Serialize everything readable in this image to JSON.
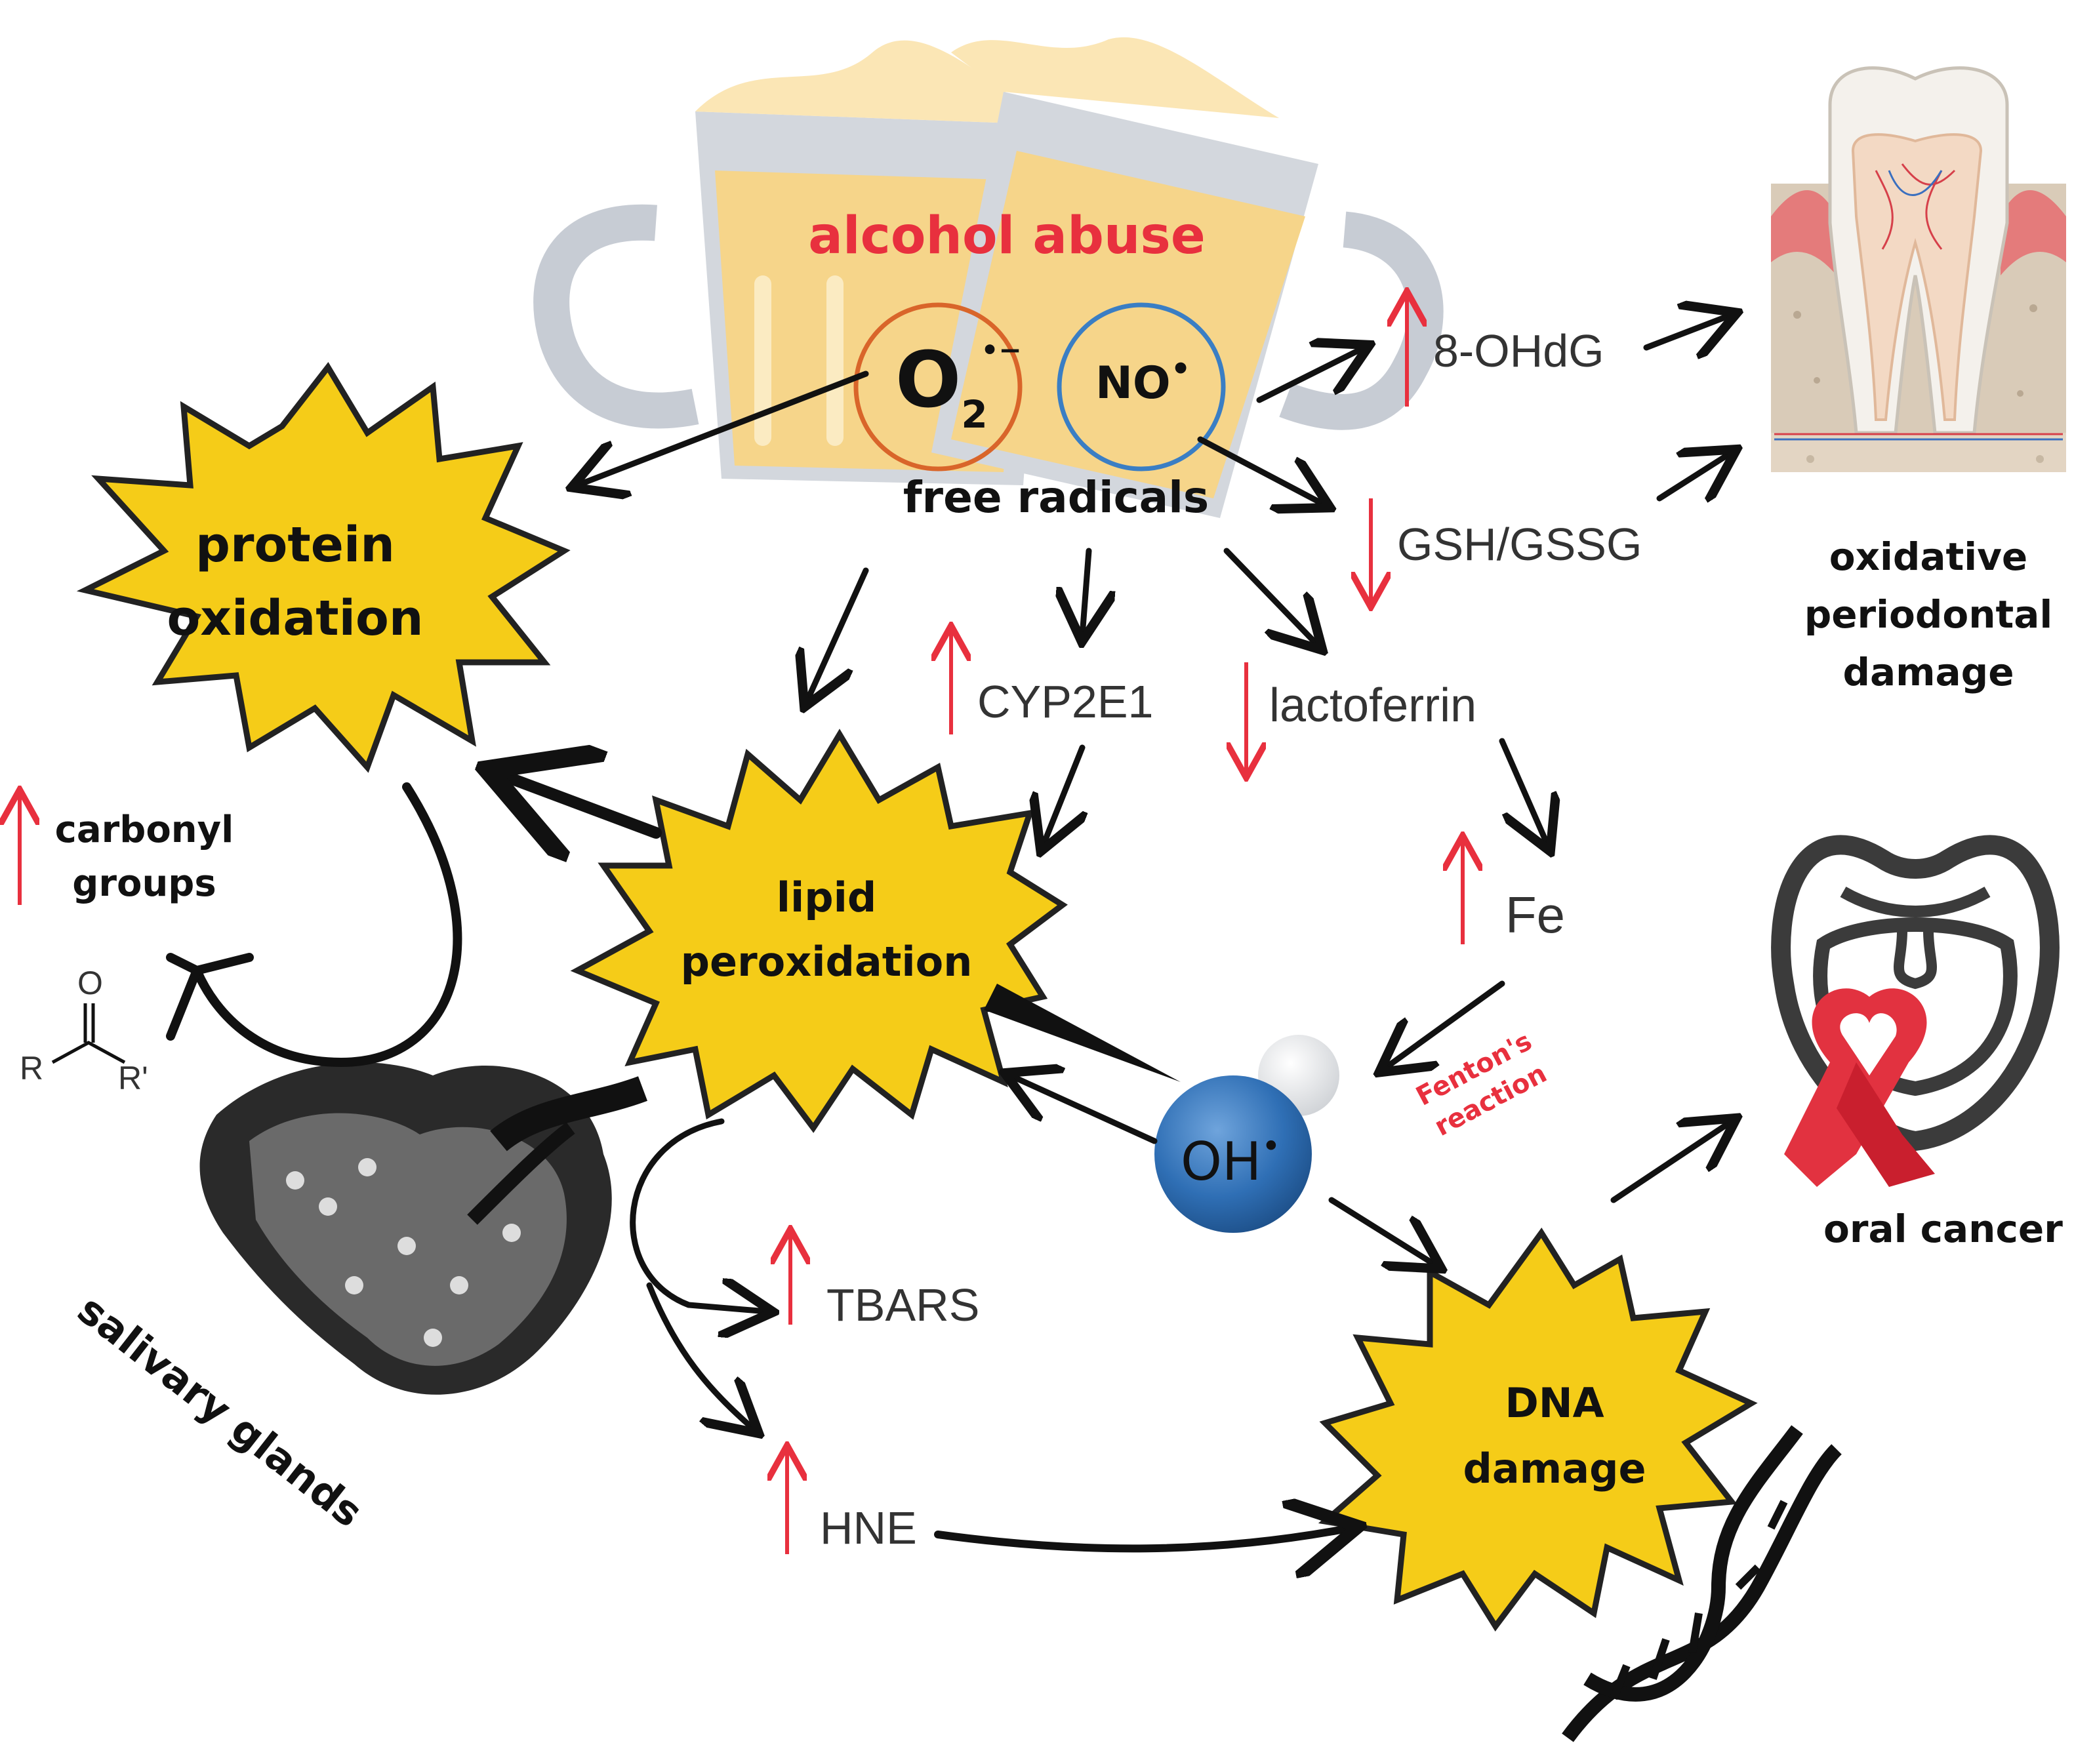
{
  "colors": {
    "burst_fill": "#f5cc18",
    "burst_stroke": "#222222",
    "accent_red": "#e8303e",
    "o2_ring": "#d9652a",
    "no_ring": "#3a7ec4",
    "hydroxyl_blue": "#2f6fb5",
    "beer": "#f6d58a",
    "mug_glass": "#c7ccd4"
  },
  "header": {
    "title": "alcohol abuse",
    "o2_label": "O",
    "o2_sub": "2",
    "o2_sup": "•−",
    "no_label": "NO",
    "no_sup": "•",
    "free_radicals": "free radicals"
  },
  "markers": {
    "ohdg": "8-OHdG",
    "gsh": "GSH/GSSG",
    "cyp": "CYP2E1",
    "lactoferrin": "lactoferrin",
    "fe": "Fe",
    "tbars": "TBARS",
    "hne": "HNE"
  },
  "bursts": {
    "protein_l1": "protein",
    "protein_l2": "oxidation",
    "lipid_l1": "lipid",
    "lipid_l2": "peroxidation",
    "dna_l1": "DNA",
    "dna_l2": "damage"
  },
  "labels": {
    "carbonyl_l1": "carbonyl",
    "carbonyl_l2": "groups",
    "salivary": "salivary glands",
    "periodontal_l1": "oxidative",
    "periodontal_l2": "periodontal",
    "periodontal_l3": "damage",
    "oral_cancer": "oral cancer",
    "fenton_l1": "Fenton's",
    "fenton_l2": "reaction",
    "oh_label": "OH",
    "oh_sup": "•"
  },
  "chem": {
    "oxygen": "O",
    "r": "R",
    "r_prime": "R'"
  },
  "icons": [
    "beer-mugs-icon",
    "tooth-icon",
    "open-mouth-icon",
    "awareness-ribbon-icon",
    "dna-helix-icon",
    "salivary-gland-icon",
    "hydroxyl-molecule-icon"
  ]
}
